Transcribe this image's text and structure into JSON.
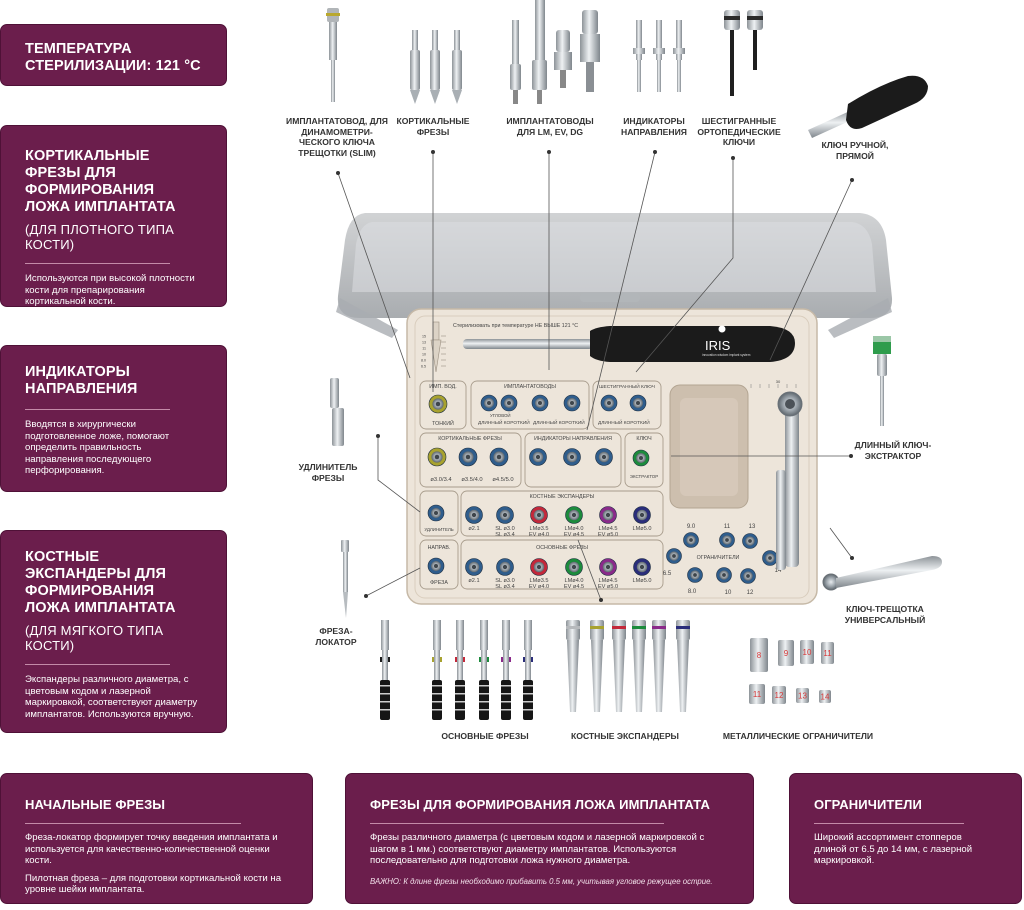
{
  "cards": {
    "temperature": {
      "title": "ТЕМПЕРАТУРА СТЕРИЛИЗАЦИИ: 121 °C"
    },
    "cortical": {
      "title": "КОРТИКАЛЬНЫЕ ФРЕЗЫ ДЛЯ ФОРМИРОВАНИЯ ЛОЖА ИМПЛАНТАТА",
      "subtitle": "(ДЛЯ ПЛОТНОГО ТИПА КОСТИ)",
      "text": "Используются при высокой плотности кости для препарирования кортикальной кости."
    },
    "direction": {
      "title": "ИНДИКАТОРЫ НАПРАВЛЕНИЯ",
      "text": "Вводятся в хирургически подготовленное ложе, помогают определить правильность направления последующего перфорирования."
    },
    "expanders": {
      "title": "КОСТНЫЕ ЭКСПАНДЕРЫ ДЛЯ ФОРМИРОВАНИЯ ЛОЖА ИМПЛАНТАТА",
      "subtitle": "(ДЛЯ МЯГКОГО ТИПА КОСТИ)",
      "text": "Экспандеры различного диаметра, с цветовым кодом и лазерной маркировкой, соответствуют диаметру имплантатов. Используются вручную."
    },
    "initial": {
      "title": "НАЧАЛЬНЫЕ ФРЕЗЫ",
      "text1": "Фреза-локатор формирует точку введения имплантата и используется для качественно-количественной оценки кости.",
      "text2": "Пилотная фреза – для подготовки кортикальной кости на уровне шейки имплантата."
    },
    "bed_drills": {
      "title": "ФРЕЗЫ ДЛЯ ФОРМИРОВАНИЯ ЛОЖА ИМПЛАНТАТА",
      "text": "Фрезы различного диаметра (с цветовым кодом и лазерной маркировкой с шагом в 1 мм.) соответствуют диаметру имплантатов. Используются последовательно для подготовки ложа нужного диаметра.",
      "note": "ВАЖНО: К длине фрезы необходимо прибавить 0.5 мм, учитывая угловое режущее острие."
    },
    "limiters": {
      "title": "ОГРАНИЧИТЕЛИ",
      "text": "Широкий ассортимент стопперов длиной от 6.5  до 14 мм, с лазерной маркировкой."
    }
  },
  "labels": {
    "slim_driver": "ИМПЛАНТАТОВОД, ДЛЯ ДИНАМОМЕТРИ-ЧЕСКОГО КЛЮЧА ТРЕЩОТКИ (SLIM)",
    "cortical_drills": "КОРТИКАЛЬНЫЕ ФРЕЗЫ",
    "drivers_lm": "ИМПЛАНТАТОВОДЫ ДЛЯ LM, EV, DG",
    "direction_ind": "ИНДИКАТОРЫ НАПРАВЛЕНИЯ",
    "hex_keys": "ШЕСТИГРАННЫЕ ОРТОПЕДИЧЕСКИЕ КЛЮЧИ",
    "hand_key": "КЛЮЧ РУЧНОЙ, ПРЯМОЙ",
    "long_extractor": "ДЛИННЫЙ КЛЮЧ-ЭКСТРАКТОР",
    "drill_extension": "УДЛИНИТЕЛЬ ФРЕЗЫ",
    "ratchet": "КЛЮЧ-ТРЕЩОТКА УНИВЕРСАЛЬНЫЙ",
    "locator": "ФРЕЗА-ЛОКАТОР",
    "main_drills": "ОСНОВНЫЕ ФРЕЗЫ",
    "bone_expanders": "КОСТНЫЕ ЭКСПАНДЕРЫ",
    "metal_limiters": "МЕТАЛЛИЧЕСКИЕ ОГРАНИЧИТЕЛИ"
  },
  "kit": {
    "sterilize_note": "Стерилизовать при температуре НЕ ВЫШЕ 121 °C",
    "brand": "IRIS",
    "brand_sub": "innovation wisdom implant system",
    "sec_impl_vod": "ИМП. ВОД.",
    "thin": "ТОНКИЙ",
    "sec_drivers": "ИМПЛАНТАТОВОДЫ",
    "angular": "УГЛОВОЙ",
    "long_short_1": "ДЛИННЫЙ КОРОТКИЙ",
    "long_short_2": "ДЛИННЫЙ КОРОТКИЙ",
    "sec_hex": "ШЕСТИГРАННЫЙ КЛЮЧ",
    "long_short_3": "ДЛИННЫЙ КОРОТКИЙ",
    "sec_cortical": "КОРТИКАЛЬНЫЕ ФРЕЗЫ",
    "cort_sizes": [
      "ø3.0/3.4",
      "ø3.5/4.0",
      "ø4.5/5.0"
    ],
    "sec_direction": "ИНДИКАТОРЫ НАПРАВЛЕНИЯ",
    "sec_key": "КЛЮЧ",
    "extractor": "ЭКСТРАКТОР",
    "extension": "УДЛИНИТЕЛЬ",
    "sec_expanders": "КОСТНЫЕ ЭКСПАНДЕРЫ",
    "exp_sizes": [
      [
        "ø2.1",
        ""
      ],
      [
        "SL ø3.0",
        "SL ø3.4"
      ],
      [
        "LMø3.5",
        "EV ø4.0"
      ],
      [
        "LMø4.0",
        "EV ø4.5"
      ],
      [
        "LMø4.5",
        "EV ø5.0"
      ],
      [
        "LMø5.0",
        ""
      ]
    ],
    "direct": "НАПРАВ.",
    "drill": "ФРЕЗА",
    "sec_main_drills": "ОСНОВНЫЕ ФРЕЗЫ",
    "drill_sizes": [
      [
        "ø2.1",
        ""
      ],
      [
        "SL ø3.0",
        "SL ø3.4"
      ],
      [
        "LMø3.5",
        "EV ø4.0"
      ],
      [
        "LMø4.0",
        "EV ø4.5"
      ],
      [
        "LMø4.5",
        "EV ø5.0"
      ],
      [
        "LMø5.0",
        ""
      ]
    ],
    "sec_limiters": "ОГРАНИЧИТЕЛИ",
    "lim_numbers": [
      "9.0",
      "11",
      "13",
      "6.5",
      "8.0",
      "10",
      "12",
      "14"
    ],
    "ruler_marks": [
      "15",
      "13",
      "11",
      "10",
      "8.0",
      "6.5"
    ],
    "metal_limiter_numbers": [
      "8",
      "9",
      "10",
      "11",
      "12",
      "13",
      "14"
    ]
  },
  "colors": {
    "brand": "#6b1e4c",
    "kit_box": "#ede5da",
    "socket_blue": "#2f5d8c",
    "gold": "#a8a22f",
    "green": "#1c8b3c",
    "red": "#c3283a",
    "purple": "#8a2a8a",
    "navy": "#2a2d7a",
    "black": "#1b1b1b"
  }
}
